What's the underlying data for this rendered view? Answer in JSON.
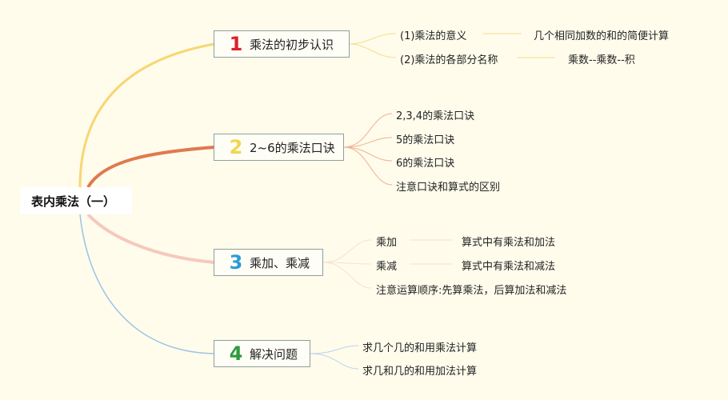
{
  "root": {
    "label": "表内乘法（一）"
  },
  "branches": [
    {
      "number": "1",
      "label": "乘法的初步认识",
      "color": "#d8232a",
      "edge_color": "#f7d774",
      "children": [
        {
          "label": "(1)乘法的意义",
          "detail": "几个相同加数的和的简便计算"
        },
        {
          "label": "(2)乘法的各部分名称",
          "detail": "乘数--乘数--积"
        }
      ]
    },
    {
      "number": "2",
      "label": "2~6的乘法口诀",
      "color": "#f4d44d",
      "edge_color": "#e07a4e",
      "children": [
        {
          "label": "2,3,4的乘法口诀"
        },
        {
          "label": "5的乘法口诀"
        },
        {
          "label": "6的乘法口诀"
        },
        {
          "label": "注意口诀和算式的区别"
        }
      ]
    },
    {
      "number": "3",
      "label": "乘加、乘减",
      "color": "#2e9ad8",
      "edge_color": "#f6c9bd",
      "children": [
        {
          "label": "乘加",
          "detail": "算式中有乘法和加法"
        },
        {
          "label": "乘减",
          "detail": "算式中有乘法和减法"
        },
        {
          "label": "注意运算顺序:先算乘法，后算加法和减法"
        }
      ]
    },
    {
      "number": "4",
      "label": "解决问题",
      "color": "#2e9b3a",
      "edge_color": "#9cc3e6",
      "children": [
        {
          "label": "求几个几的和用乘法计算"
        },
        {
          "label": "求几和几的和用加法计算"
        }
      ]
    }
  ]
}
